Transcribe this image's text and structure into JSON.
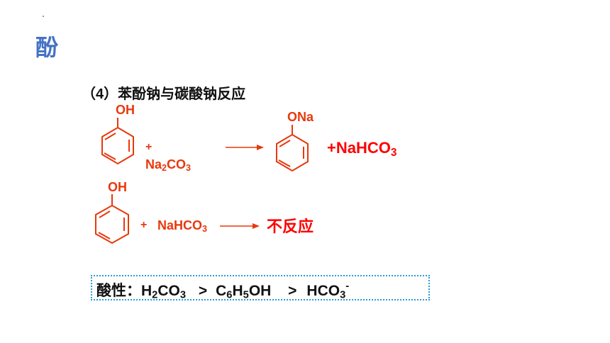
{
  "slide": {
    "title": "酚",
    "subtitle": "（4）苯酚钠与碳酸钠反应"
  },
  "reaction1": {
    "reactant_group": "OH",
    "plus": "+",
    "reagent_main": "Na",
    "reagent_sub1": "2",
    "reagent_mid": "CO",
    "reagent_sub2": "3",
    "product_group": "ONa",
    "byproduct_main": "+NaHCO",
    "byproduct_sub": "3"
  },
  "reaction2": {
    "reactant_group": "OH",
    "plus": "+",
    "reagent_main": "NaHCO",
    "reagent_sub": "3",
    "result": "不反应"
  },
  "acidity": {
    "label": "酸性：",
    "h2co3": {
      "a": "H",
      "s1": "2",
      "b": "CO",
      "s2": "3"
    },
    "gt1": ">",
    "phenol": {
      "a": "C",
      "s1": "6",
      "b": "H",
      "s2": "5",
      "c": "OH"
    },
    "gt2": ">",
    "bicarb": {
      "a": "HCO",
      "s1": "3",
      "sup": "-"
    }
  },
  "colors": {
    "title": "#4472c4",
    "structure": "#e8380d",
    "emphasis": "#ff0000",
    "box_border": "#2e9bd6"
  }
}
